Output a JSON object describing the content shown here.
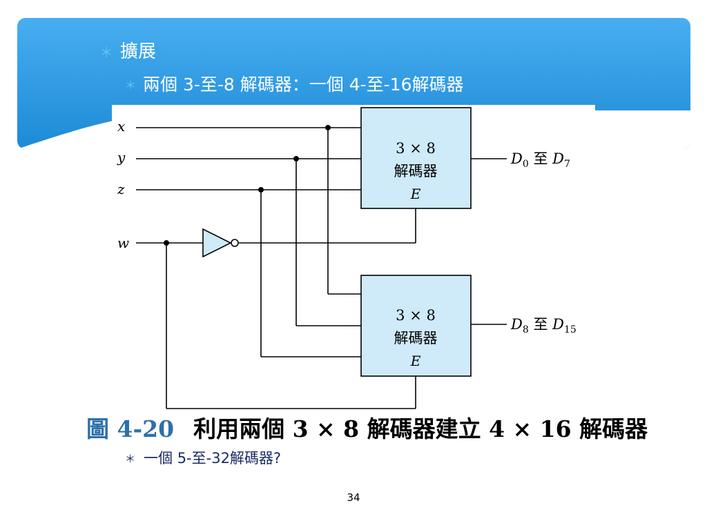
{
  "slide": {
    "bullet1": "擴展",
    "bullet2": "兩個 3-至-8 解碼器：一個 4-至-16解碼器",
    "bullet3": "一個 5-至-32解碼器?",
    "page_number": "34",
    "bullet_glyph": "＊"
  },
  "diagram": {
    "inputs": {
      "x": "x",
      "y": "y",
      "z": "z",
      "w": "w"
    },
    "decoder_top": {
      "line1": "3 × 8",
      "line2": "解碼器",
      "enable": "E"
    },
    "decoder_bottom": {
      "line1": "3 × 8",
      "line2": "解碼器",
      "enable": "E"
    },
    "output_top": {
      "main": "D",
      "sub_a": "0",
      "mid": " 至 ",
      "main2": "D",
      "sub_b": "7"
    },
    "output_bottom": {
      "main": "D",
      "sub_a": "8",
      "mid": " 至 ",
      "main2": "D",
      "sub_b": "15"
    },
    "caption": {
      "tag": "圖 4-20",
      "title": "利用兩個 3 × 8 解碼器建立 4 × 16 解碼器"
    }
  },
  "colors": {
    "banner_top": "#3da3e8",
    "banner_bottom": "#1480d0",
    "decoder_fill": "#cfeaf8",
    "caption_tag": "#2e6fa8",
    "text_dark": "#1a2c64"
  }
}
